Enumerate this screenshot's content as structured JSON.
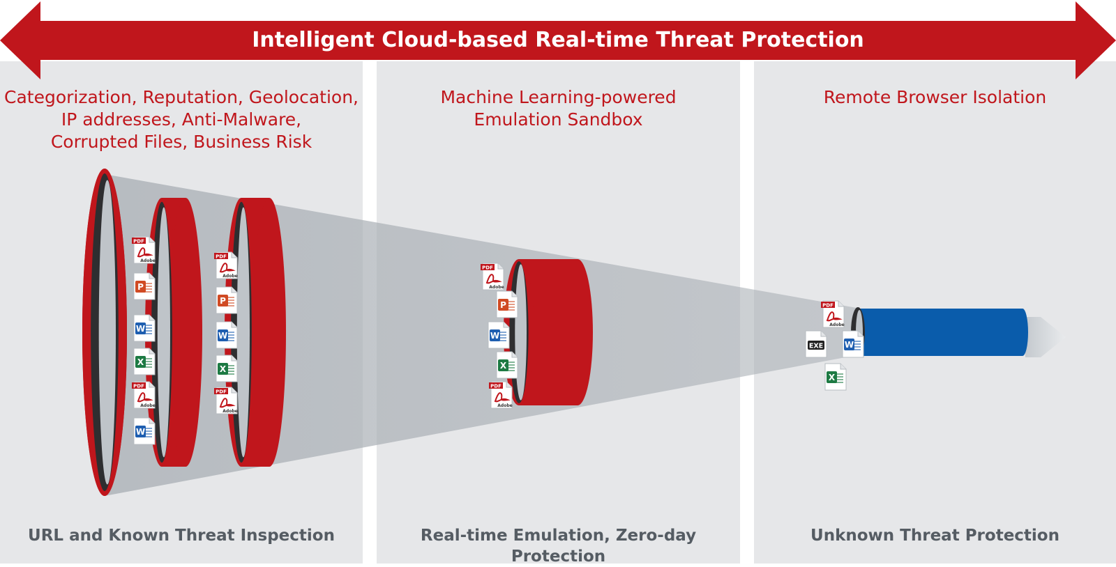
{
  "banner": {
    "title": "Intelligent Cloud-based Real-time Threat Protection",
    "color": "#c0161c"
  },
  "stages": [
    {
      "heading": "Categorization, Reputation, Geolocation,\nIP addresses, Anti-Malware,\nCorrupted Files, Business Risk",
      "footer": "URL and Known Threat Inspection",
      "files": [
        "pdf",
        "ppt",
        "word",
        "excel",
        "pdf",
        "word"
      ]
    },
    {
      "heading": "Machine Learning-powered\nEmulation Sandbox",
      "footer": "Real-time Emulation, Zero-day Protection",
      "files": [
        "pdf",
        "ppt",
        "word",
        "excel",
        "pdf"
      ]
    },
    {
      "heading": "Remote Browser Isolation",
      "footer": "Unknown Threat Protection",
      "files": [
        "pdf",
        "exe",
        "word",
        "excel"
      ]
    }
  ],
  "file_icons": {
    "pdf": {
      "icon": "pdf-file-icon",
      "tag": "PDF",
      "brand": "Adobe",
      "color": "#c0161c"
    },
    "ppt": {
      "icon": "powerpoint-file-icon",
      "letter": "P",
      "color": "#d04a23"
    },
    "word": {
      "icon": "word-file-icon",
      "letter": "W",
      "color": "#1e5eb0"
    },
    "excel": {
      "icon": "excel-file-icon",
      "letter": "X",
      "color": "#1d7a43"
    },
    "exe": {
      "icon": "exe-file-icon",
      "tag": "EXE",
      "color": "#222222"
    }
  },
  "colors": {
    "panel": "#e6e7e9",
    "ring": "#c0161c",
    "ring_inner": "#2e2e30",
    "isolation_tube": "#0a5cab",
    "heading_text": "#c0161c",
    "footer_text": "#555c63"
  }
}
